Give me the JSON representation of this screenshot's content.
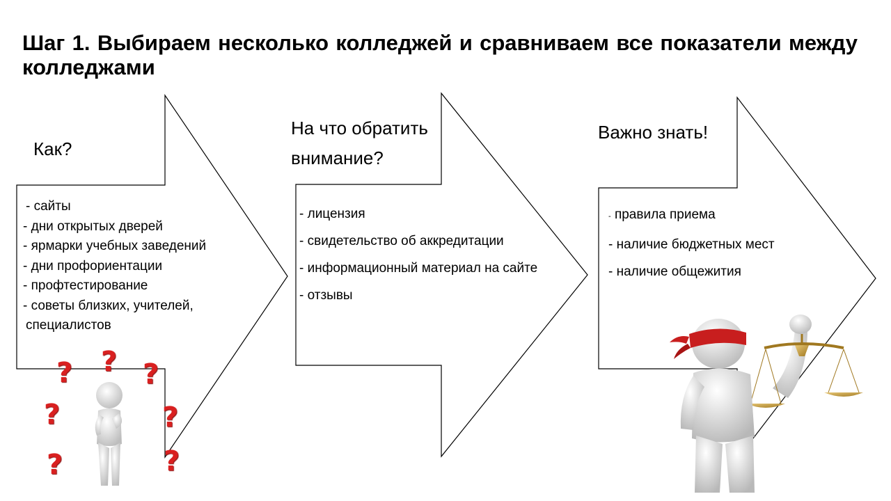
{
  "slide": {
    "title": "Шаг 1. Выбираем несколько колледжей и сравниваем все показатели между колледжами"
  },
  "arrows": [
    {
      "heading_lines": [
        "Как?"
      ],
      "items": [
        "- сайты",
        "- дни открытых дверей",
        "- ярмарки учебных заведений",
        "- дни профориентации",
        "- профтестирование",
        "- советы близких, учителей,",
        "специалистов"
      ]
    },
    {
      "heading_lines": [
        "На что обратить",
        "внимание?"
      ],
      "items": [
        "- лицензия",
        "- свидетельство об аккредитации",
        "- информационный материал на сайте",
        "- отзывы"
      ]
    },
    {
      "heading_lines": [
        "Важно знать!"
      ],
      "items": [
        {
          "dash": "-",
          "text": "правила приема"
        },
        "- наличие бюджетных мест",
        "- наличие общежития"
      ]
    }
  ],
  "colors": {
    "outline": "#000000",
    "question_mark": "#d92020",
    "blindfold": "#c81e1e",
    "scales": "#c8a040",
    "figure_body": "#e6e6e6"
  },
  "decorations": {
    "question_mark_glyph": "?",
    "icons": [
      "thinking-figure-illustration",
      "blindfolded-justice-figure-illustration"
    ]
  }
}
